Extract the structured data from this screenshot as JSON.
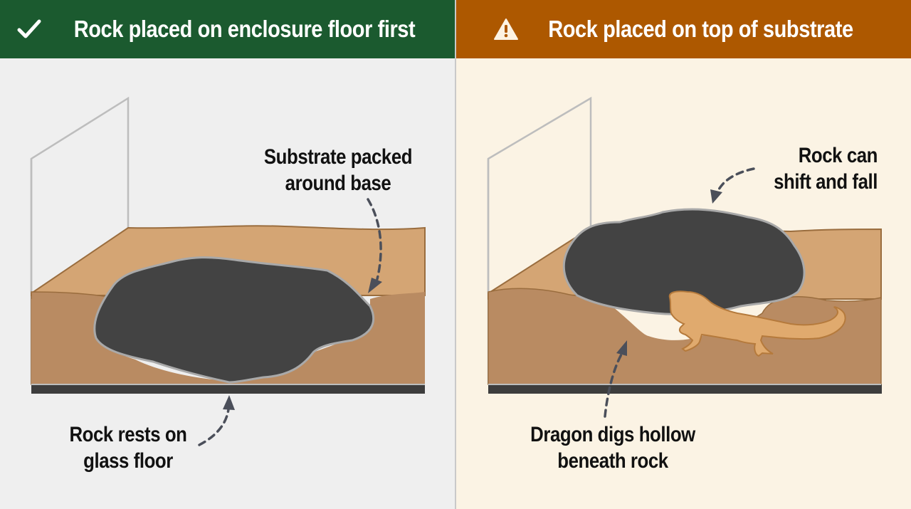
{
  "left_panel": {
    "header": {
      "icon": "checkmark-icon",
      "title": "Rock placed on enclosure floor first",
      "background": "#1b5a2f"
    },
    "background": "#efefef",
    "annotations": [
      {
        "id": "substrate",
        "lines": [
          "Substrate packed",
          "around base"
        ]
      },
      {
        "id": "floor",
        "lines": [
          "Rock rests on",
          "glass floor"
        ]
      }
    ]
  },
  "right_panel": {
    "header": {
      "icon": "warning-triangle-icon",
      "title": "Rock placed on top of substrate",
      "background": "#ad5800"
    },
    "background": "#fbf3e4",
    "annotations": [
      {
        "id": "shift",
        "lines": [
          "Rock can",
          "shift and fall"
        ]
      },
      {
        "id": "hollow",
        "lines": [
          "Dragon digs hollow",
          "beneath rock"
        ]
      }
    ]
  },
  "colors": {
    "rock": "#434343",
    "rock_outline": "#a9a9a9",
    "substrate_top": "#d4a574",
    "substrate_front": "#b98b62",
    "glass_floor": "#3d3d3d",
    "glass_wall": "#bdbdbd",
    "lizard": "#e0aa6e",
    "lizard_outline": "#b57a3c",
    "arrow": "#4b4f5a"
  }
}
